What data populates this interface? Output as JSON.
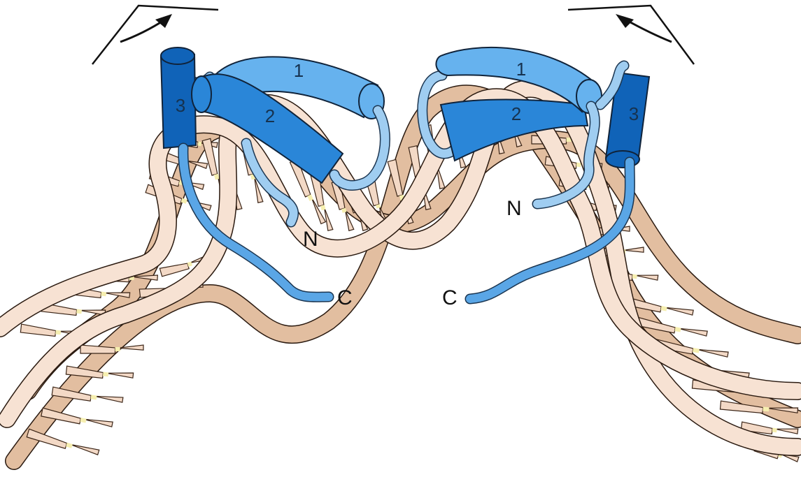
{
  "figure": {
    "helix_labels": {
      "left": [
        "1",
        "2",
        "3"
      ],
      "right": [
        "1",
        "2",
        "3"
      ]
    },
    "terminus_labels": {
      "left_n": "N",
      "left_c": "C",
      "right_n": "N",
      "right_c": "C"
    },
    "colors": {
      "helix_1": "#66b2ee",
      "helix_2": "#2a86d8",
      "helix_3": "#1063b8",
      "loop_light": "#9fcdf1",
      "tail": "#5aa6e6",
      "dna_strand_front": "#f7e2d3",
      "dna_strand_back": "#e2bea0",
      "dna_base": "#f3d9c6",
      "dna_base_tip": "#f6efb0"
    }
  }
}
